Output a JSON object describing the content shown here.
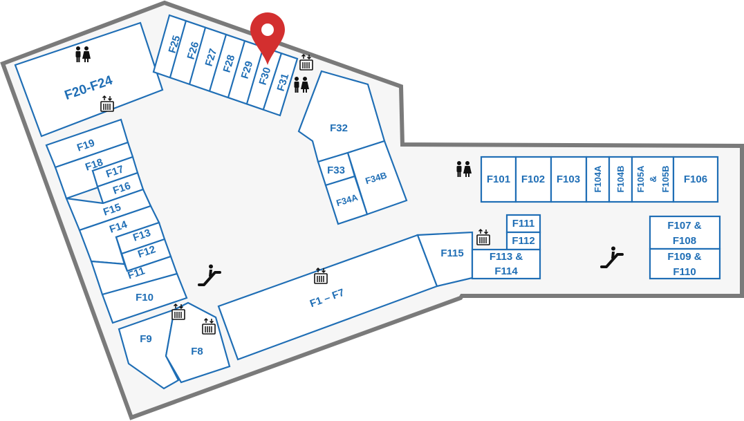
{
  "units": {
    "f20_f24": "F20-F24",
    "f25": "F25",
    "f26": "F26",
    "f27": "F27",
    "f28": "F28",
    "f29": "F29",
    "f30": "F30",
    "f31": "F31",
    "f32": "F32",
    "f33": "F33",
    "f34a": "F34A",
    "f34b": "F34B",
    "f19": "F19",
    "f18": "F18",
    "f17": "F17",
    "f16": "F16",
    "f15": "F15",
    "f14": "F14",
    "f13": "F13",
    "f12": "F12",
    "f11": "F11",
    "f10": "F10",
    "f9": "F9",
    "f8": "F8",
    "f1_f7": "F1 – F7",
    "f115": "F115",
    "f111": "F111",
    "f112": "F112",
    "f113_f114_l1": "F113 &",
    "f113_f114_l2": "F114",
    "f101": "F101",
    "f102": "F102",
    "f103": "F103",
    "f104a": "F104A",
    "f104b": "F104B",
    "f105a": "F105A",
    "f105_amp": "&",
    "f105b": "F105B",
    "f106": "F106",
    "f107_f108_l1": "F107 &",
    "f107_f108_l2": "F108",
    "f109_f110_l1": "F109 &",
    "f109_f110_l2": "F110"
  },
  "icons": {
    "location_pin": "location-pin-icon",
    "restroom": "restroom-icon",
    "elevator": "elevator-icon",
    "escalator": "escalator-icon"
  },
  "colors": {
    "unit_stroke": "#1f6eb5",
    "label": "#1f6eb5",
    "outline": "#7a7a7a",
    "pin": "#d32f2f"
  }
}
